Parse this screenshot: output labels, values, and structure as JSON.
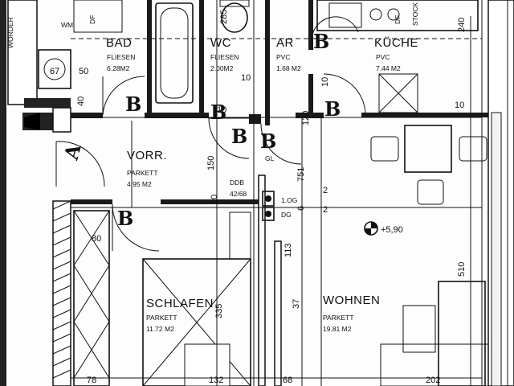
{
  "rooms": {
    "bad": {
      "name": "BAD",
      "floor": "FLIESEN",
      "area": "6.28M2"
    },
    "wc": {
      "name": "WC",
      "floor": "FLIESEN",
      "area": "2.00M2"
    },
    "ar": {
      "name": "AR",
      "floor": "PVC",
      "area": "1.68 M2"
    },
    "kueche": {
      "name": "KÜCHE",
      "floor": "PVC",
      "area": "7.44 M2"
    },
    "vorr": {
      "name": "VORR.",
      "floor": "PARKETT",
      "area": "4.95 M2"
    },
    "schlafen": {
      "name": "SCHLAFEN",
      "floor": "PARKETT",
      "area": "11.72 M2"
    },
    "wohnen": {
      "name": "WOHNEN",
      "floor": "PARKETT",
      "area": "19.81 M2"
    }
  },
  "door_marks": {
    "a": "A",
    "b": "B"
  },
  "vent_labels": {
    "og": "1.OG",
    "dg": "DG"
  },
  "shaft": {
    "line1": "DDB",
    "line2": "42/68"
  },
  "gl": "GL",
  "elevation": "+5,90",
  "dims": {
    "d67": "67",
    "d50": "50",
    "d40": "40",
    "d10a": "10",
    "d10b": "10",
    "d10c": "10",
    "d10d": "10",
    "d10e": "10",
    "d150": "150",
    "d240": "240",
    "d510": "510",
    "d80": "80",
    "d113": "113",
    "d335": "335",
    "d37": "37",
    "d78": "78",
    "d132": "132",
    "d68": "68",
    "d202": "202",
    "d6": "6",
    "d751": "751",
    "d120": "120",
    "d2a": "2",
    "d2b": "2",
    "d285": "285"
  },
  "sidebar_text": "WORDER",
  "df_label": "DF",
  "stock_label": "STOCK",
  "wm": "WM"
}
